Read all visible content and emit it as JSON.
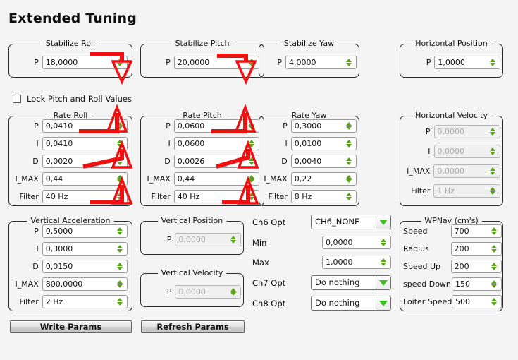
{
  "page": {
    "title": "Extended Tuning",
    "lock_checkbox_label": "Lock Pitch and Roll Values",
    "lock_checked": false,
    "accent_green": "#59a317",
    "combo_arrow_green": "#3fbf1f",
    "annotation_red": "#ee1111",
    "background": "#f4f4f4"
  },
  "groups": {
    "stabilize_roll": {
      "title": "Stabilize Roll",
      "rows": [
        {
          "label": "P",
          "value": "18,0000",
          "disabled": false
        }
      ]
    },
    "stabilize_pitch": {
      "title": "Stabilize Pitch",
      "rows": [
        {
          "label": "P",
          "value": "20,0000",
          "disabled": false
        }
      ]
    },
    "stabilize_yaw": {
      "title": "Stabilize Yaw",
      "rows": [
        {
          "label": "P",
          "value": "4,0000",
          "disabled": false
        }
      ]
    },
    "horizontal_position": {
      "title": "Horizontal Position",
      "rows": [
        {
          "label": "P",
          "value": "1,0000",
          "disabled": false
        }
      ]
    },
    "rate_roll": {
      "title": "Rate Roll",
      "rows": [
        {
          "label": "P",
          "value": "0,0410",
          "disabled": false
        },
        {
          "label": "I",
          "value": "0,0410",
          "disabled": false
        },
        {
          "label": "D",
          "value": "0,0020",
          "disabled": false
        },
        {
          "label": "I_MAX",
          "value": "0,44",
          "disabled": false
        },
        {
          "label": "Filter",
          "value": "40 Hz",
          "disabled": false
        }
      ]
    },
    "rate_pitch": {
      "title": "Rate Pitch",
      "rows": [
        {
          "label": "P",
          "value": "0,0600",
          "disabled": false
        },
        {
          "label": "I",
          "value": "0,0600",
          "disabled": false
        },
        {
          "label": "D",
          "value": "0,0026",
          "disabled": false
        },
        {
          "label": "I_MAX",
          "value": "0,44",
          "disabled": false
        },
        {
          "label": "Filter",
          "value": "40 Hz",
          "disabled": false
        }
      ]
    },
    "rate_yaw": {
      "title": "Rate Yaw",
      "rows": [
        {
          "label": "P",
          "value": "0,3000",
          "disabled": false
        },
        {
          "label": "I",
          "value": "0,0100",
          "disabled": false
        },
        {
          "label": "D",
          "value": "0,0040",
          "disabled": false
        },
        {
          "label": "I_MAX",
          "value": "0,22",
          "disabled": false
        },
        {
          "label": "Filter",
          "value": "8 Hz",
          "disabled": false
        }
      ]
    },
    "horizontal_velocity": {
      "title": "Horizontal Velocity",
      "rows": [
        {
          "label": "P",
          "value": "0,0000",
          "disabled": true
        },
        {
          "label": "I",
          "value": "0,0000",
          "disabled": true
        },
        {
          "label": "I_MAX",
          "value": "0,0000",
          "disabled": true
        },
        {
          "label": "Filter",
          "value": "1 Hz",
          "disabled": true
        }
      ]
    },
    "vertical_acceleration": {
      "title": "Vertical Acceleration",
      "rows": [
        {
          "label": "P",
          "value": "0,5000",
          "disabled": false
        },
        {
          "label": "I",
          "value": "0,3000",
          "disabled": false
        },
        {
          "label": "D",
          "value": "0,0150",
          "disabled": false
        },
        {
          "label": "I_MAX",
          "value": "800,0000",
          "disabled": false
        },
        {
          "label": "Filter",
          "value": "2 Hz",
          "disabled": false
        }
      ]
    },
    "vertical_position": {
      "title": "Vertical Position",
      "rows": [
        {
          "label": "P",
          "value": "0,0000",
          "disabled": true
        }
      ]
    },
    "vertical_velocity": {
      "title": "Vertical Velocity",
      "rows": [
        {
          "label": "P",
          "value": "0,0000",
          "disabled": true
        }
      ]
    },
    "wpnav": {
      "title": "WPNav (cm's)",
      "rows": [
        {
          "label": "Speed",
          "value": "700",
          "disabled": false
        },
        {
          "label": "Radius",
          "value": "200",
          "disabled": false
        },
        {
          "label": "Speed Up",
          "value": "200",
          "disabled": false
        },
        {
          "label": "speed Down",
          "value": "150",
          "disabled": false
        },
        {
          "label": "Loiter Speed",
          "value": "500",
          "disabled": false
        }
      ]
    }
  },
  "channels": {
    "ch6_opt": {
      "label": "Ch6 Opt",
      "value": "CH6_NONE"
    },
    "min": {
      "label": "Min",
      "value": "0,0000"
    },
    "max": {
      "label": "Max",
      "value": "1,0000"
    },
    "ch7_opt": {
      "label": "Ch7 Opt",
      "value": "Do nothing"
    },
    "ch8_opt": {
      "label": "Ch8 Opt",
      "value": "Do nothing"
    }
  },
  "buttons": {
    "write_params": "Write Params",
    "refresh_params": "Refresh Params"
  },
  "annotations": {
    "count": 8,
    "color": "#ee1111",
    "description": "red hand-drawn arrows pointing at Stabilize Roll P, Stabilize Pitch P, Rate Roll P / D / Filter, Rate Pitch P / D / Filter"
  }
}
